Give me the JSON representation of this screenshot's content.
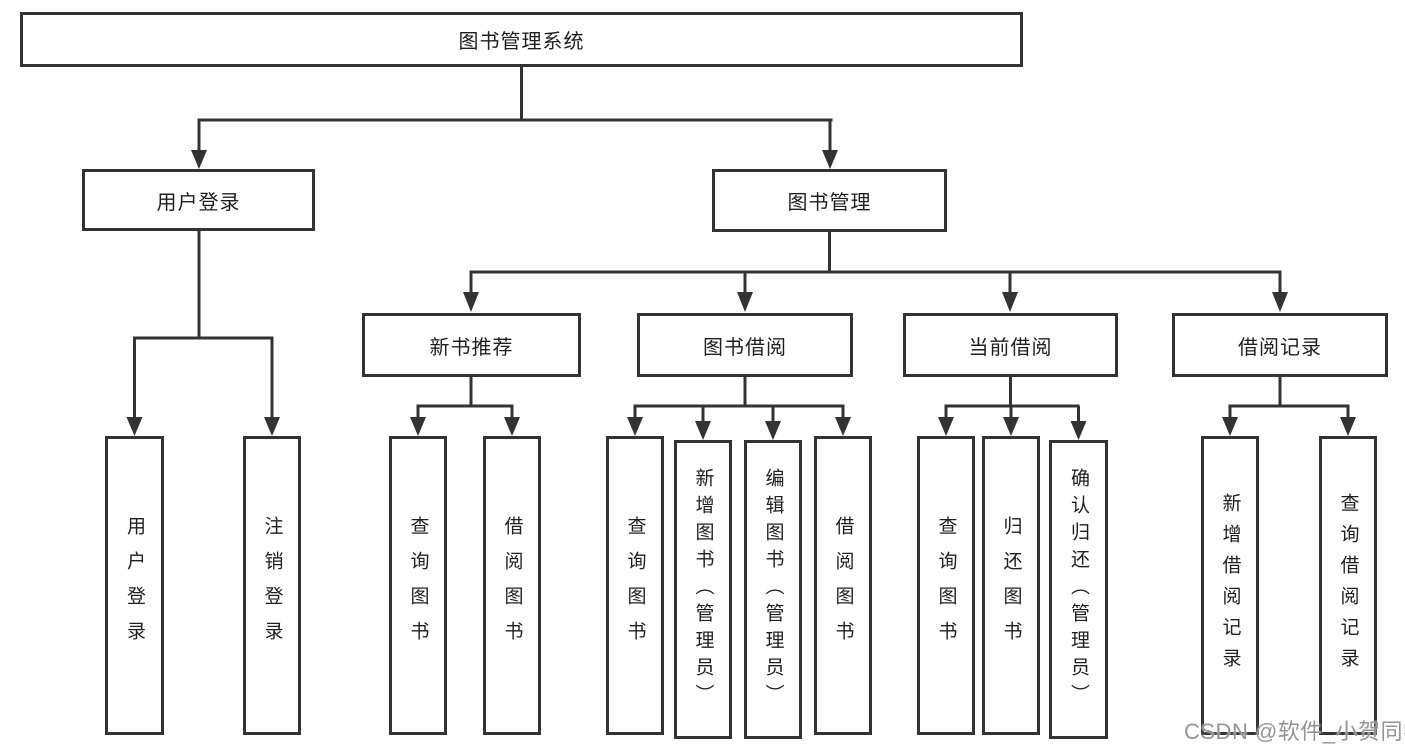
{
  "nodes": {
    "root": "图书管理系统",
    "level1": [
      "用户登录",
      "图书管理"
    ],
    "level2": [
      "新书推荐",
      "图书借阅",
      "当前借阅",
      "借阅记录"
    ],
    "leaves": [
      "用户登录",
      "注销登录",
      "查询图书",
      "借阅图书",
      "查询图书",
      "新增图书（管理员）",
      "编辑图书（管理员）",
      "借阅图书",
      "查询图书",
      "归还图书",
      "确认归还（管理员）",
      "新增借阅记录",
      "查询借阅记录"
    ]
  },
  "watermark": "CSDN @软件_小贺同学",
  "colors": {
    "line": "#333333",
    "text": "#1f1f1f",
    "watermark": "#949494",
    "background": "#ffffff"
  }
}
